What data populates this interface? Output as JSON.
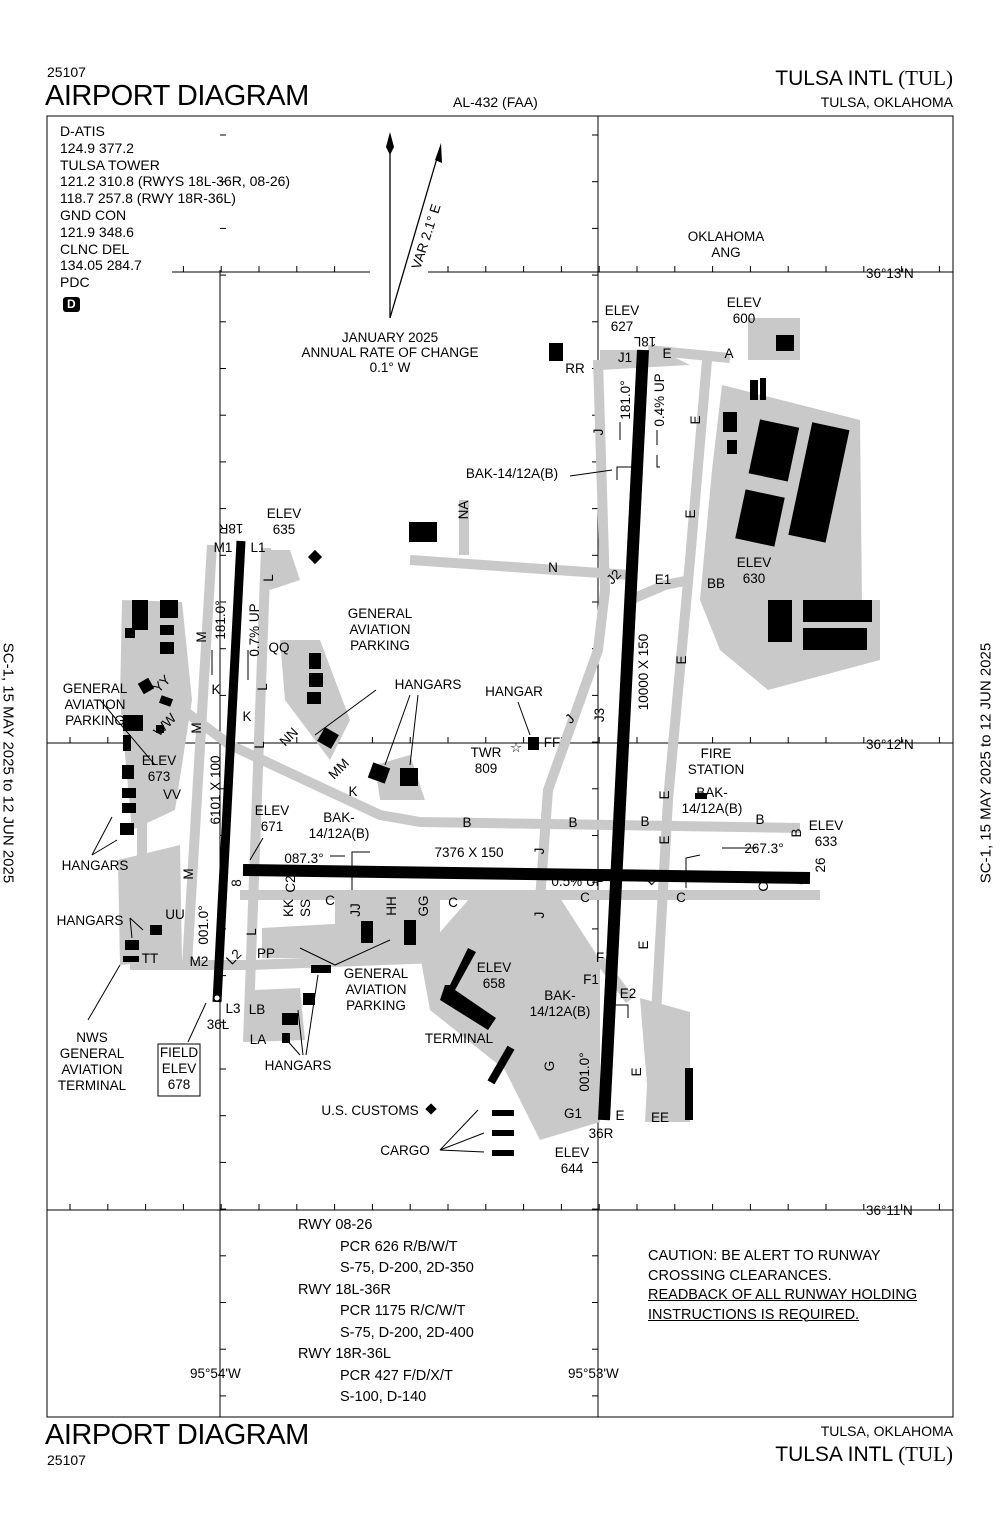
{
  "header": {
    "chart_number": "25107",
    "title": "AIRPORT DIAGRAM",
    "procedure_id": "AL-432 (FAA)",
    "airport_name": "TULSA INTL",
    "airport_id": "(TUL)",
    "location": "TULSA, OKLAHOMA"
  },
  "frequencies": [
    "D-ATIS",
    "124.9  377.2",
    "TULSA TOWER",
    "121.2  310.8 (RWYS 18L-36R, 08-26)",
    "118.7  257.8 (RWY 18R-36L)",
    "GND CON",
    "121.9  348.6",
    "CLNC DEL",
    "134.05  284.7",
    "PDC"
  ],
  "pdc_badge": "D",
  "magnetic": {
    "variation": "VAR 2.1° E",
    "date": "JANUARY 2025",
    "rate_label": "ANNUAL RATE OF CHANGE",
    "rate": "0.1° W"
  },
  "coordinates": {
    "lat_1": "36°13'N",
    "lat_2": "36°12'N",
    "lat_3": "36°11'N",
    "lon_1": "95°54'W",
    "lon_2": "95°53'W"
  },
  "effective_dates": "SC-1,  15 MAY 2025  to  12 JUN 2025",
  "labels": [
    "OKLAHOMA\nANG",
    "ELEV\n600",
    "ELEV\n627",
    "18L",
    "J1",
    "E",
    "A",
    "RR",
    "181.0°",
    "0.4% UP",
    "J",
    "E",
    "BAK-14/12A(B)",
    "NA",
    "N",
    "J2",
    "E1",
    "BB",
    "ELEV\n630",
    "E",
    "E",
    "10000 X 150",
    "J3",
    "J",
    "HANGAR",
    "FF",
    "TWR\n809",
    "FIRE\nSTATION",
    "E",
    "BAK-\n14/12A(B)",
    "B",
    "B",
    "B",
    "ELEV\n633",
    "267.3°",
    "26",
    "C1",
    "C",
    "E",
    "E",
    "C",
    "0.5% UP",
    "J",
    "J",
    "B",
    "B",
    "7376 X 150",
    "C",
    "C",
    "E",
    "F",
    "F1",
    "E2",
    "BAK-\n14/12A(B)",
    "001.0°",
    "E",
    "G1",
    "E",
    "EE",
    "36R",
    "ELEV\n644",
    "G",
    "ELEV\n658",
    "TERMINAL",
    "U.S. CUSTOMS",
    "CARGO",
    "18R",
    "M1",
    "L1",
    "ELEV\n635",
    "L",
    "181.0°",
    "0.7% UP",
    "M",
    "QQ",
    "L",
    "GENERAL\nAVIATION\nPARKING",
    "HANGARS",
    "GENERAL\nAVIATION\nPARKING",
    "YY",
    "K",
    "K",
    "M",
    "WW",
    "NN",
    "ELEV\n673",
    "6101 X 100",
    "L",
    "MM",
    "VV",
    "K",
    "ELEV\n671",
    "BAK-\n14/12A(B)",
    "HANGARS",
    "087.3°",
    "M",
    "8",
    "KK",
    "C2",
    "SS",
    "C",
    "JJ",
    "HH",
    "GG",
    "HANGARS",
    "UU",
    "001.0°",
    "L",
    "TT",
    "M2",
    "L2",
    "PP",
    "GENERAL\nAVIATION\nPARKING",
    "L3",
    "LB",
    "36L",
    "LA",
    "HANGARS",
    "NWS\nGENERAL\nAVIATION\nTERMINAL",
    "FIELD\nELEV\n678"
  ],
  "runway_data": [
    {
      "runway": "RWY  08-26",
      "lines": [
        "PCR 626 R/B/W/T",
        "S-75, D-200, 2D-350"
      ]
    },
    {
      "runway": "RWY  18L-36R",
      "lines": [
        "PCR 1175 R/C/W/T",
        "S-75, D-200, 2D-400"
      ]
    },
    {
      "runway": "RWY  18R-36L",
      "lines": [
        "PCR 427 F/D/X/T",
        "S-100, D-140"
      ]
    }
  ],
  "caution": [
    "CAUTION: BE ALERT TO RUNWAY",
    "CROSSING CLEARANCES.",
    "READBACK OF ALL RUNWAY HOLDING",
    "INSTRUCTIONS IS REQUIRED."
  ],
  "colors": {
    "taxiway": "#c9c9c9",
    "runway": "#000000",
    "building": "#000000"
  }
}
